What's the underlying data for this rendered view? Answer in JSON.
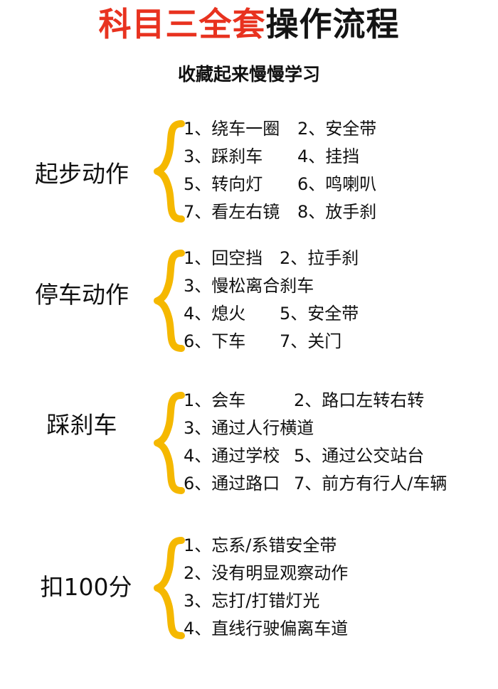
{
  "title": {
    "part1": "科目三全套",
    "part2": "操作流程"
  },
  "subtitle": "收藏起来慢慢学习",
  "colors": {
    "accent": "#e8321f",
    "brace": "#f5b800",
    "text": "#111111"
  },
  "sections": [
    {
      "category": "起步动作",
      "rows": [
        {
          "a": "1、绕车一圈",
          "b": "2、安全带"
        },
        {
          "a": "3、踩刹车",
          "b": "4、挂挡"
        },
        {
          "a": "5、转向灯",
          "b": "6、鸣喇叭"
        },
        {
          "a": "7、看左右镜",
          "b": "8、放手刹"
        }
      ]
    },
    {
      "category": "停车动作",
      "rows": [
        {
          "a": "1、回空挡",
          "b": "2、拉手刹"
        },
        {
          "a": "3、慢松离合刹车",
          "b": ""
        },
        {
          "a": "4、熄火",
          "b": "5、安全带"
        },
        {
          "a": "6、下车",
          "b": "7、关门"
        }
      ]
    },
    {
      "category": "踩刹车",
      "rows": [
        {
          "a": "1、会车",
          "b": "2、路口左转右转"
        },
        {
          "a": "3、通过人行横道",
          "b": ""
        },
        {
          "a": "4、通过学校",
          "b": "5、通过公交站台"
        },
        {
          "a": "6、通过路口",
          "b": "7、前方有行人/车辆"
        }
      ]
    },
    {
      "category": "扣100分",
      "rows": [
        {
          "a": "1、忘系/系错安全带",
          "b": ""
        },
        {
          "a": "2、没有明显观察动作",
          "b": ""
        },
        {
          "a": "3、忘打/打错灯光",
          "b": ""
        },
        {
          "a": "4、直线行驶偏离车道",
          "b": ""
        }
      ]
    }
  ]
}
